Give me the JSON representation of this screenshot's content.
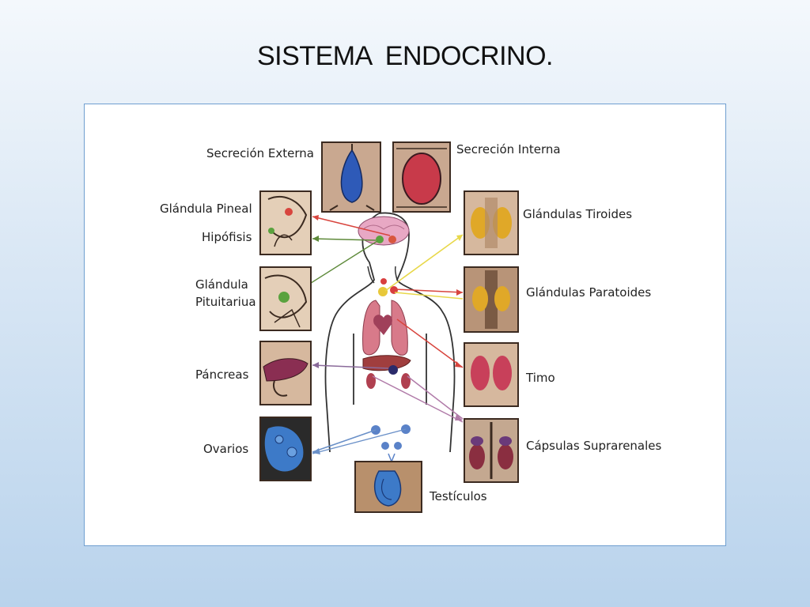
{
  "title": "SISTEMA  ENDOCRINO.",
  "labels": {
    "secrecion_externa": "Secreción Externa",
    "secrecion_interna": "Secreción Interna",
    "glandula_pineal": "Glándula Pineal",
    "hipofisis": "Hipófisis",
    "glandula_pituitaria_1": "Glándula",
    "glandula_pituitaria_2": "Pituitariua",
    "pancreas": "Páncreas",
    "ovarios": "Ovarios",
    "glandulas_tiroides": "Glándulas Tiroides",
    "glandulas_paratoides": "Glándulas Paratoides",
    "timo": "Timo",
    "capsulas_suprarrenales": "Cápsulas Suprarenales",
    "testiculos": "Testículos"
  },
  "colors": {
    "red_line": "#d8453e",
    "green_line": "#5e8a3a",
    "yellow_line": "#e8d84a",
    "purple_line": "#b07aa8",
    "blue_line": "#6a90c8",
    "box_border": "#3b2a20"
  }
}
